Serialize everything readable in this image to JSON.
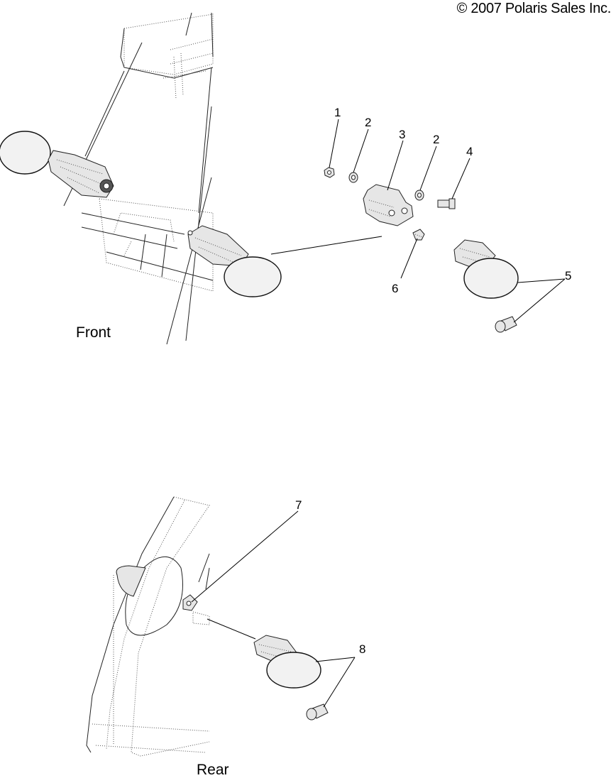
{
  "copyright": "© 2007 Polaris Sales Inc.",
  "views": {
    "front": {
      "label": "Front"
    },
    "rear": {
      "label": "Rear"
    }
  },
  "callouts": [
    {
      "id": "c1",
      "text": "1"
    },
    {
      "id": "c2a",
      "text": "2"
    },
    {
      "id": "c3",
      "text": "3"
    },
    {
      "id": "c2b",
      "text": "2"
    },
    {
      "id": "c4",
      "text": "4"
    },
    {
      "id": "c5",
      "text": "5"
    },
    {
      "id": "c6",
      "text": "6"
    },
    {
      "id": "c7",
      "text": "7"
    },
    {
      "id": "c8",
      "text": "8"
    }
  ]
}
